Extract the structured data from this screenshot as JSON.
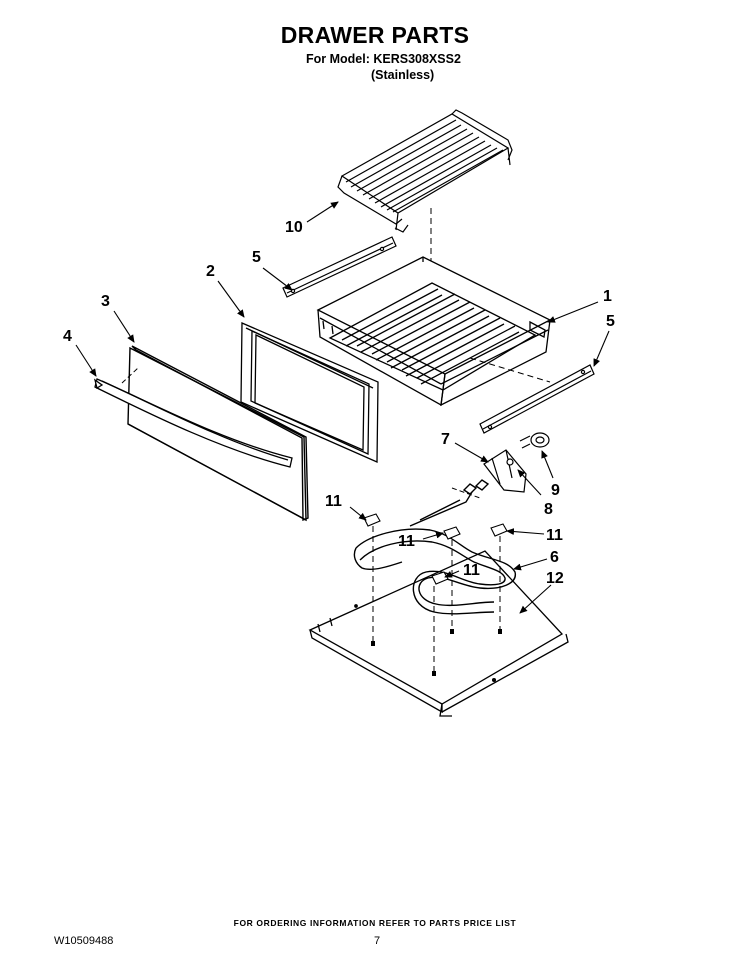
{
  "title": "DRAWER PARTS",
  "subtitle_model": "For Model: KERS308XSS2",
  "subtitle_finish": "(Stainless)",
  "callouts": [
    "10",
    "5",
    "2",
    "3",
    "4",
    "1",
    "5",
    "7",
    "9",
    "8",
    "11",
    "11",
    "11",
    "6",
    "11",
    "12"
  ],
  "footer_note": "FOR ORDERING INFORMATION REFER TO PARTS PRICE LIST",
  "document_number": "W10509488",
  "page_number": "7"
}
